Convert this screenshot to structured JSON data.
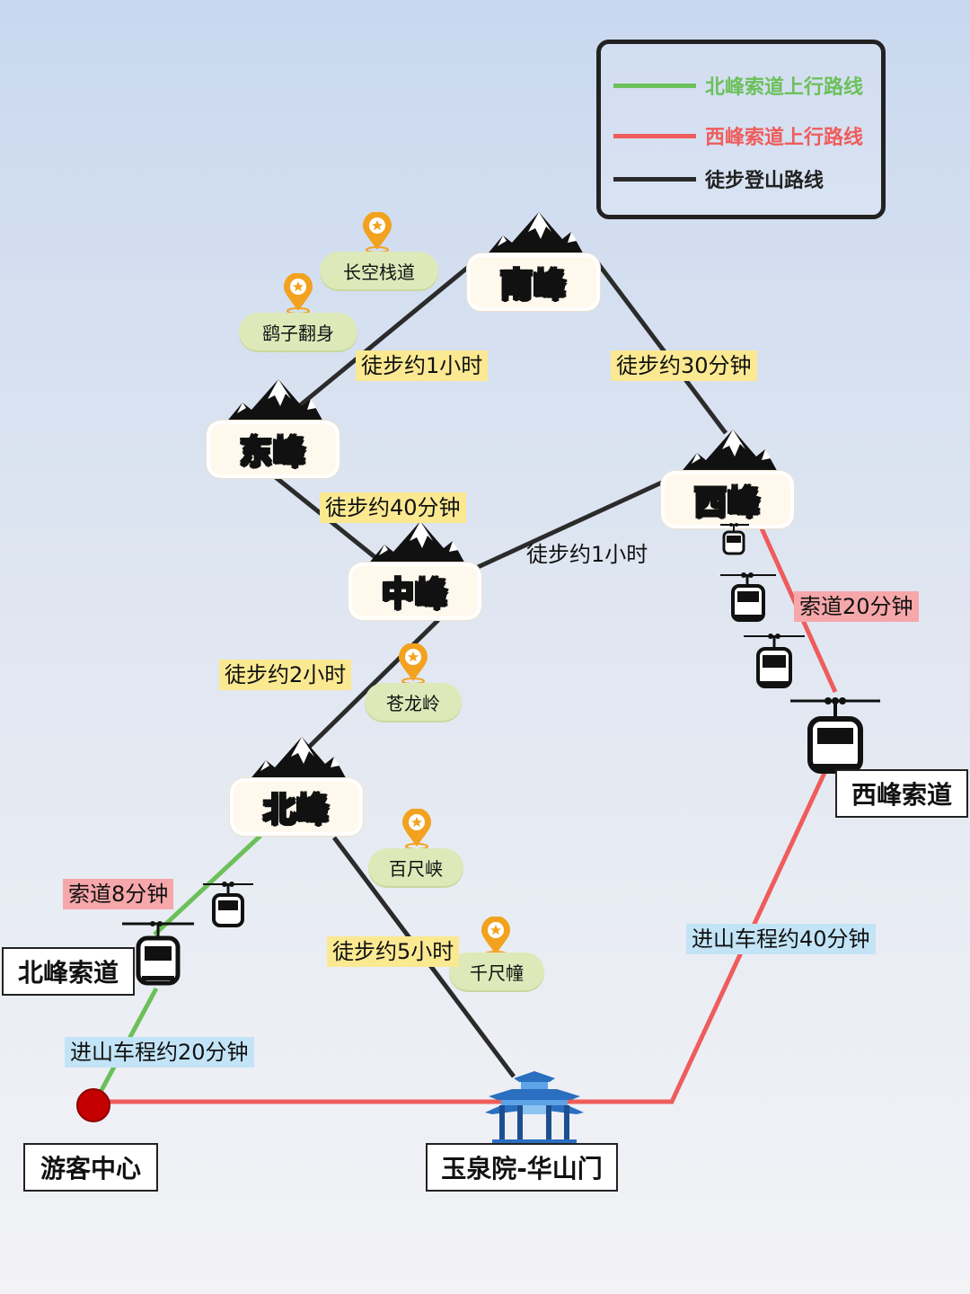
{
  "legend": [
    {
      "label": "北峰索道上行路线",
      "color": "#6cc05a"
    },
    {
      "label": "西峰索道上行路线",
      "color": "#ef5c5c"
    },
    {
      "label": "徒步登山路线",
      "color": "#2b2b2b"
    }
  ],
  "peaks": {
    "south": "南峰",
    "east": "东峰",
    "west": "西峰",
    "middle": "中峰",
    "north": "北峰"
  },
  "spots": {
    "changkong": "长空栈道",
    "yaozi": "鹞子翻身",
    "canglong": "苍龙岭",
    "baichi": "百尺峡",
    "qianchi": "千尺幢"
  },
  "route_tags": {
    "hike_1h_east": "徒步约1小时",
    "hike_30m": "徒步约30分钟",
    "hike_40m": "徒步约40分钟",
    "hike_1h_west": "徒步约1小时",
    "cable_20m": "索道20分钟",
    "hike_2h": "徒步约2小时",
    "cable_8m": "索道8分钟",
    "hike_5h": "徒步约5小时",
    "drive_40m": "进山车程约40分钟",
    "drive_20m": "进山车程约20分钟"
  },
  "places": {
    "north_cableway": "北峰索道",
    "west_cableway": "西峰索道",
    "visitor_center": "游客中心",
    "yuquan_gate": "玉泉院-华山门"
  },
  "icons": {
    "peak": "mountain-icon",
    "spot": "location-star-icon",
    "cable": "cable-car-icon",
    "gate": "gate-pavilion-icon",
    "start": "red-dot-icon"
  },
  "colors": {
    "hike": "#2b2b2b",
    "north_route": "#6cc05a",
    "west_route": "#ef5c5c",
    "start_dot": "#c40000",
    "pin": "#f2a21e"
  }
}
